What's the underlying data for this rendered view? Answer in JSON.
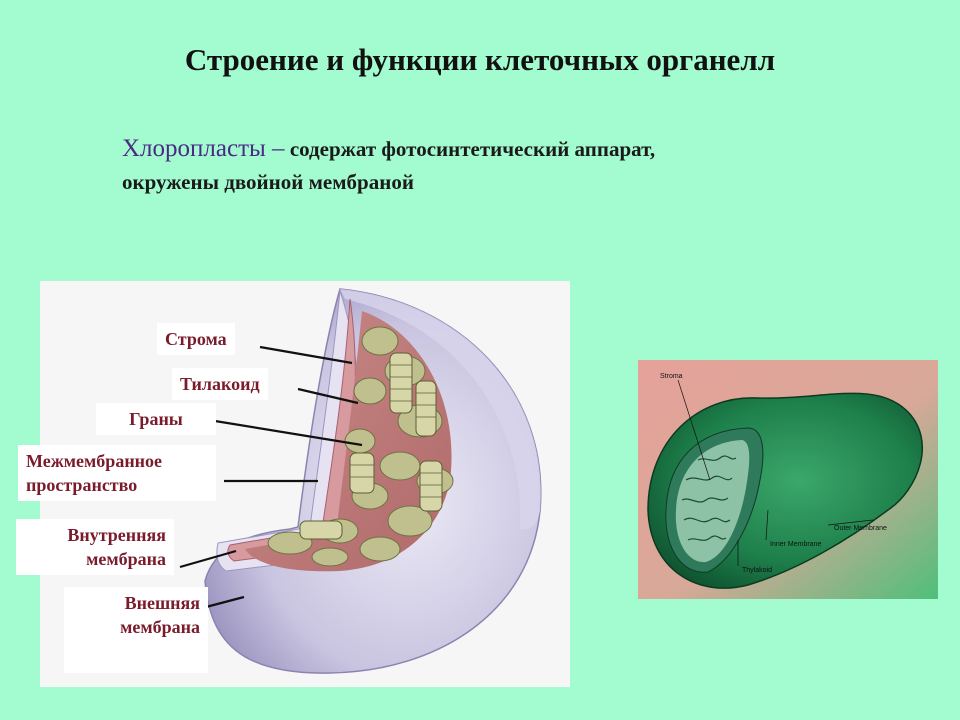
{
  "header": {
    "title": "Строение и функции клеточных органелл",
    "term": "Хлоропласты –",
    "description_line1": "содержат фотосинтетический аппарат,",
    "description_line2": "окружены двойной мембраной"
  },
  "diagram_labels": {
    "stroma": "Строма",
    "thylakoid": "Тилакоид",
    "grana": "Граны",
    "intermembrane_line1": "Межмембранное",
    "intermembrane_line2": "пространство",
    "inner_membrane_line1": "Внутренняя",
    "inner_membrane_line2": "мембрана",
    "outer_membrane_line1": "Внешняя",
    "outer_membrane_line2": "мембрана"
  },
  "photo_labels": {
    "stroma": "Stroma",
    "outer_membrane": "Outer Membrane",
    "inner_membrane": "Inner Membrane",
    "thylakoid": "Thylakoid"
  },
  "colors": {
    "background": "#a3fbd0",
    "label_text": "#7a1b2c",
    "term_text": "#4b2a86"
  }
}
